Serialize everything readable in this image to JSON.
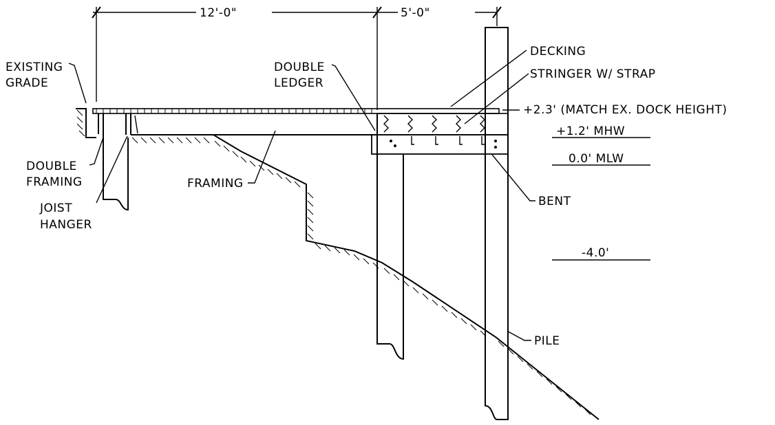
{
  "dimensions": {
    "left": "12'-0\"",
    "right": "5'-0\""
  },
  "labels": {
    "existing_grade_1": "EXISTING",
    "existing_grade_2": "GRADE",
    "double_ledger_1": "DOUBLE",
    "double_ledger_2": "LEDGER",
    "decking": "DECKING",
    "stringer": "STRINGER W/ STRAP",
    "double_framing_1": "DOUBLE",
    "double_framing_2": "FRAMING",
    "joist_hanger_1": "JOIST",
    "joist_hanger_2": "HANGER",
    "framing": "FRAMING",
    "bent": "BENT",
    "pile": "PILE"
  },
  "elevations": {
    "dock_height": "+2.3' (MATCH EX. DOCK HEIGHT)",
    "mhw": "+1.2' MHW",
    "mlw": "0.0' MLW",
    "low": "-4.0'"
  }
}
